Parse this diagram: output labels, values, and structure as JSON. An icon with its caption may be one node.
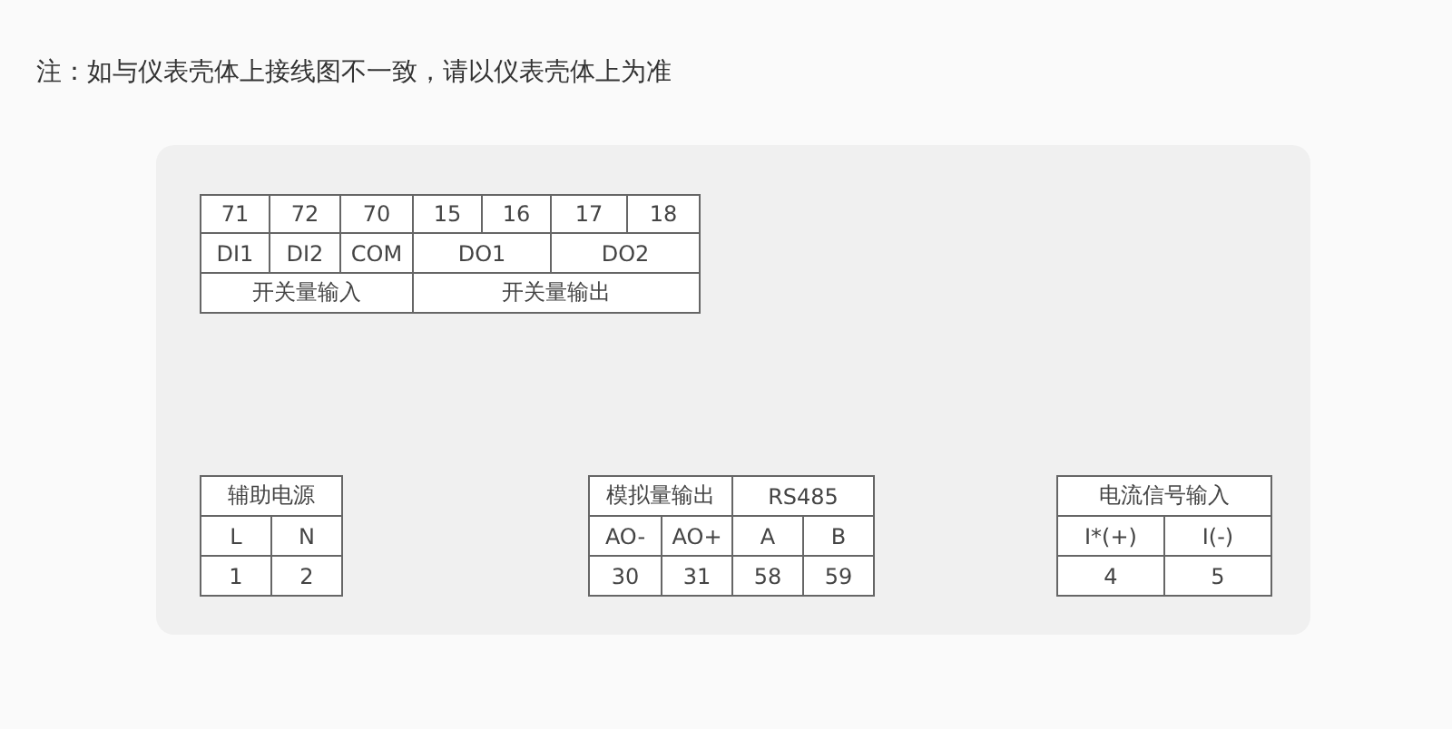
{
  "diagram": {
    "labels": [
      "注：如与仪表壳体上接线图不一致，请以仪表壳体上为准",
      "71",
      "72",
      "70",
      "15",
      "16",
      "17",
      "18",
      "DI1",
      "DI2",
      "COM",
      "DO1",
      "DO2",
      "开关量输入",
      "开关量输出",
      "辅助电源",
      "模拟量输出",
      "RS485",
      "电流信号输入",
      "L",
      "N",
      "AO-",
      "AO+",
      "A",
      "B",
      "I*(+)",
      "I(-)",
      "1",
      "2",
      "30",
      "31",
      "58",
      "59",
      "4",
      "5"
    ]
  }
}
